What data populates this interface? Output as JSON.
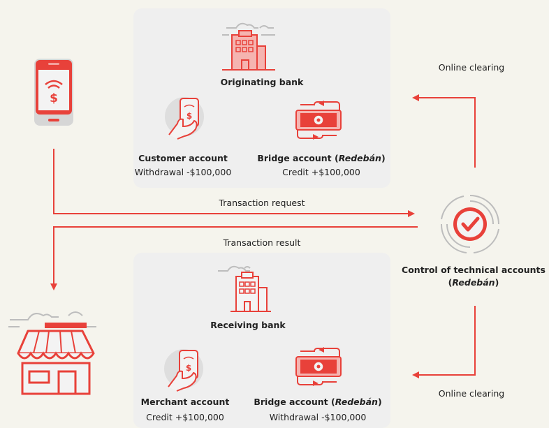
{
  "colors": {
    "accent": "#e8413a",
    "panel": "#efefef",
    "background": "#f5f4ed",
    "gray": "#bdbdbd"
  },
  "originating": {
    "bank_label": "Originating bank",
    "customer": {
      "title": "Customer account",
      "value": "Withdrawal -$100,000"
    },
    "bridge": {
      "title_prefix": "Bridge account (",
      "title_em": "Redebán",
      "title_suffix": ")",
      "value": "Credit +$100,000"
    }
  },
  "receiving": {
    "bank_label": "Receiving bank",
    "merchant": {
      "title": "Merchant account",
      "value": "Credit +$100,000"
    },
    "bridge": {
      "title_prefix": "Bridge account (",
      "title_em": "Redebán",
      "title_suffix": ")",
      "value": "Withdrawal -$100,000"
    }
  },
  "control": {
    "line1": "Control of technical accounts",
    "line2_prefix": "(",
    "line2_em": "Redebán",
    "line2_suffix": ")"
  },
  "flows": {
    "transaction_request": "Transaction request",
    "transaction_result": "Transaction result",
    "online_clearing_top": "Online clearing",
    "online_clearing_bottom": "Online clearing"
  },
  "icons": [
    "phone-icon",
    "bank-building-icon",
    "hand-phone-icon",
    "banknote-transfer-icon",
    "check-circle-icon",
    "storefront-icon"
  ]
}
